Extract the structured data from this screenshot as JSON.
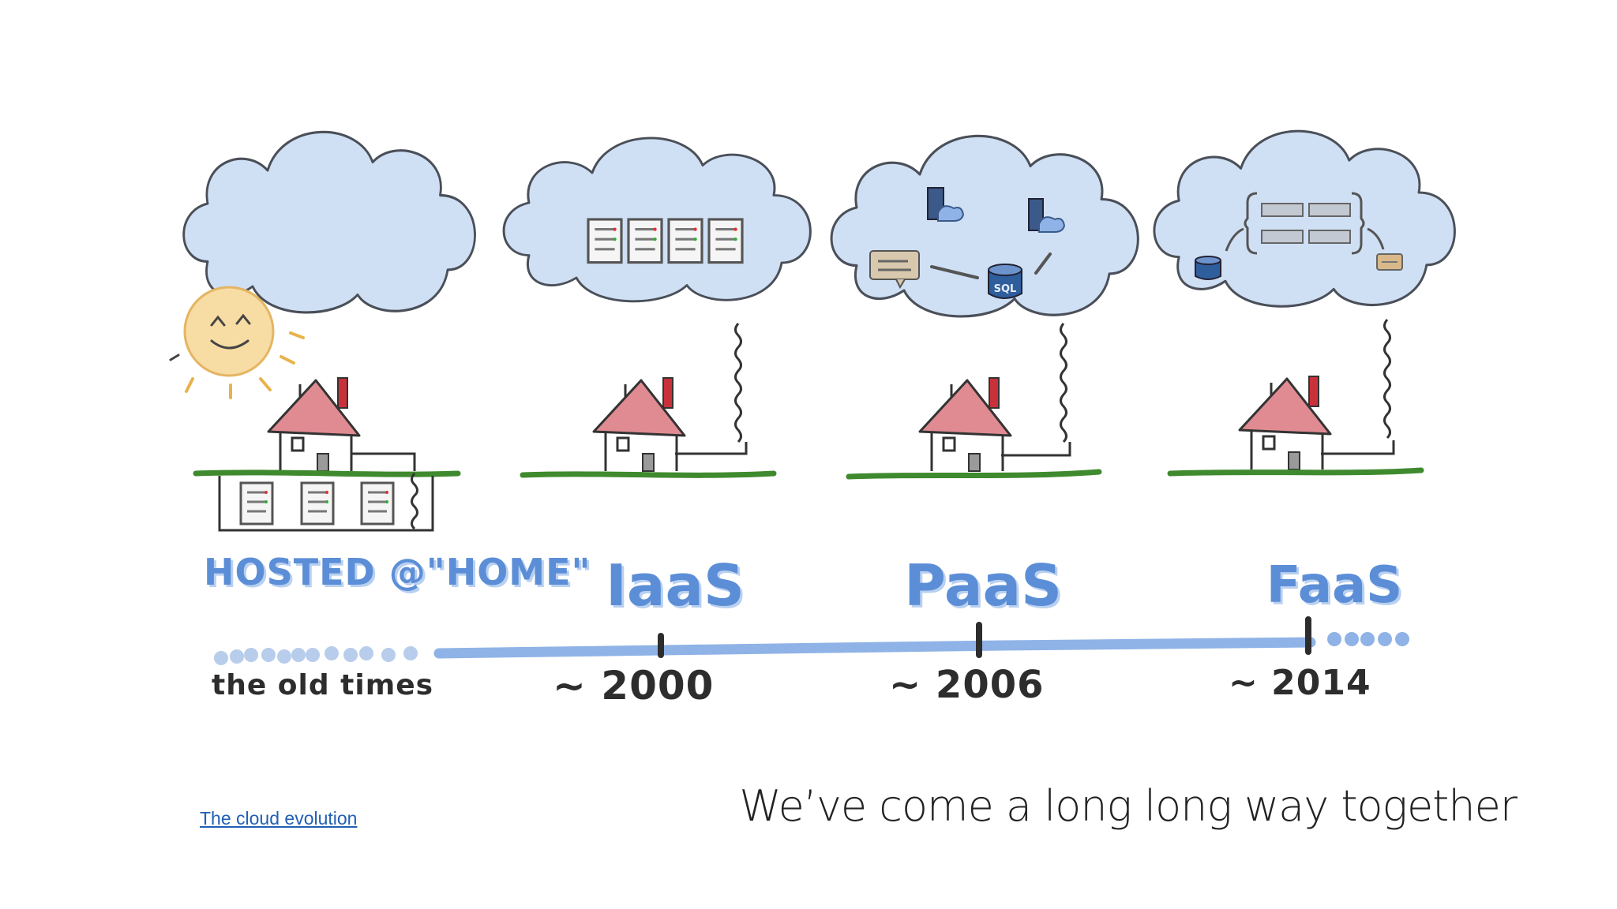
{
  "timeline": {
    "eras": [
      {
        "label": "HOSTED @\"HOME\"",
        "date": "the old times"
      },
      {
        "label": "IaaS",
        "date": "~ 2000"
      },
      {
        "label": "PaaS",
        "date": "~ 2006"
      },
      {
        "label": "FaaS",
        "date": "~ 2014"
      }
    ]
  },
  "icons": {
    "database_label": "SQL"
  },
  "footer": {
    "link_text": "The cloud evolution",
    "tagline": "We’ve come a long long way together"
  },
  "colors": {
    "cloud_fill": "#cfe0f5",
    "cloud_stroke": "#4a4f58",
    "timeline_blue": "#8fb3e6",
    "grass_green": "#3f8a2e",
    "roof_red": "#e08b92",
    "sun_yellow": "#f7dca4",
    "era_text_blue": "#5b8ed6"
  }
}
